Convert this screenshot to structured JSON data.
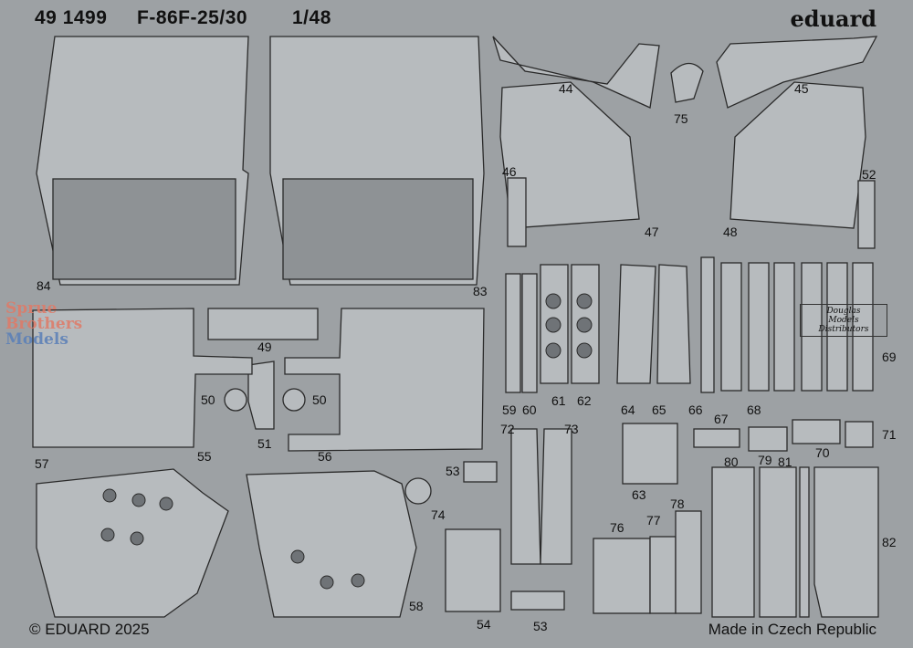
{
  "header": {
    "set_number": "49 1499",
    "model": "F-86F-25/30",
    "scale": "1/48",
    "brand": "eduard"
  },
  "footer": {
    "copyright": "© EDUARD 2025",
    "origin": "Made in Czech Republic"
  },
  "watermark": [
    "Sprue",
    "Brothers",
    "Models"
  ],
  "distributor_logo": [
    "Douglas",
    "Models",
    "Distributors"
  ],
  "part_numbers": {
    "p44": "44",
    "p45": "45",
    "p75": "75",
    "p46": "46",
    "p47": "47",
    "p48": "48",
    "p52": "52",
    "p84": "84",
    "p83": "83",
    "p49": "49",
    "p50a": "50",
    "p50b": "50",
    "p51": "51",
    "p55": "55",
    "p56": "56",
    "p59": "59",
    "p60": "60",
    "p61": "61",
    "p62": "62",
    "p64": "64",
    "p65": "65",
    "p66": "66",
    "p68": "68",
    "p69": "69",
    "p72": "72",
    "p73": "73",
    "p67": "67",
    "p79": "79",
    "p70": "70",
    "p71": "71",
    "p80": "80",
    "p81": "81",
    "p57": "57",
    "p53a": "53",
    "p74": "74",
    "p63": "63",
    "p76": "76",
    "p77": "77",
    "p78": "78",
    "p82": "82",
    "p58": "58",
    "p54": "54",
    "p53b": "53"
  },
  "colors": {
    "fret": "#9da1a4",
    "part": "#b7bbbe",
    "dark": "#6f7377",
    "line": "#2a2a2a"
  }
}
